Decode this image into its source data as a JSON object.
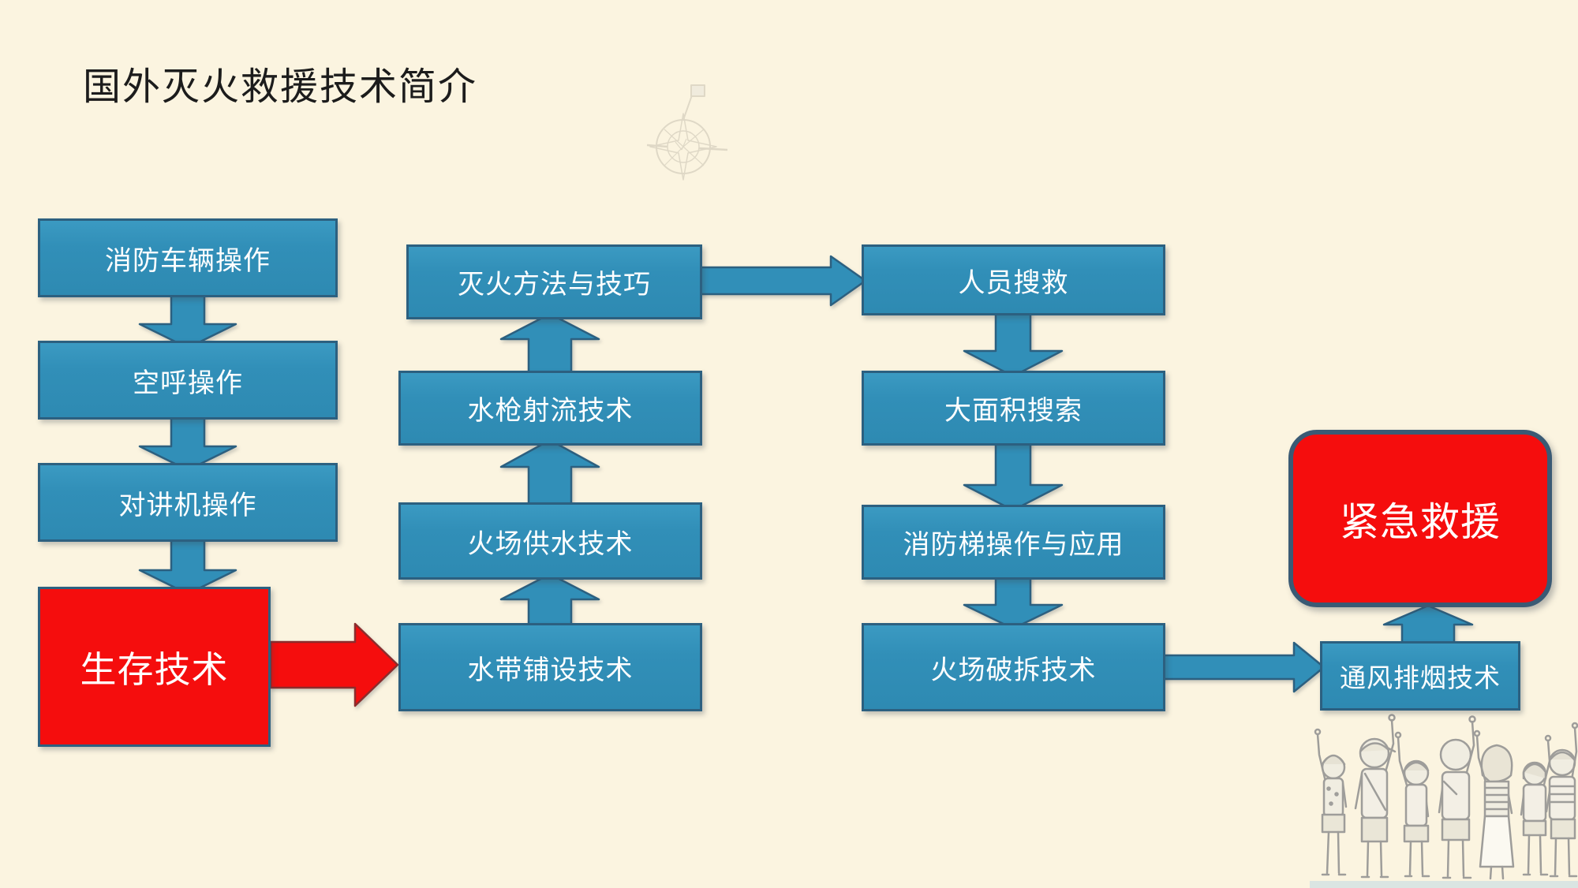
{
  "title": "国外灭火救援技术简介",
  "colors": {
    "background": "#FBF4E0",
    "box_blue": "#318FB8",
    "box_border": "#2C6080",
    "accent_red": "#F50D0D",
    "red_arrow_border": "#8B2D2D",
    "rounded_box_border": "#3A5A74",
    "box_text": "#FFFFFF",
    "title_text": "#1C1C1C",
    "sketch_gray": "#8E8E8E"
  },
  "nodes": {
    "l1": "消防车辆操作",
    "l2": "空呼操作",
    "l3": "对讲机操作",
    "survival": "生存技术",
    "m1": "灭火方法与技巧",
    "m2": "水枪射流技术",
    "m3": "火场供水技术",
    "m4": "水带铺设技术",
    "r1": "人员搜救",
    "r2": "大面积搜索",
    "r3": "消防梯操作与应用",
    "r4": "火场破拆技术",
    "vent": "通风排烟技术",
    "emergency": "紧急救援"
  },
  "connections": [
    {
      "from": "消防车辆操作",
      "to": "空呼操作"
    },
    {
      "from": "空呼操作",
      "to": "对讲机操作"
    },
    {
      "from": "对讲机操作",
      "to": "生存技术"
    },
    {
      "from": "生存技术",
      "to": "水带铺设技术"
    },
    {
      "from": "水带铺设技术",
      "to": "火场供水技术"
    },
    {
      "from": "火场供水技术",
      "to": "水枪射流技术"
    },
    {
      "from": "水枪射流技术",
      "to": "灭火方法与技巧"
    },
    {
      "from": "灭火方法与技巧",
      "to": "人员搜救"
    },
    {
      "from": "人员搜救",
      "to": "大面积搜索"
    },
    {
      "from": "大面积搜索",
      "to": "消防梯操作与应用"
    },
    {
      "from": "消防梯操作与应用",
      "to": "火场破拆技术"
    },
    {
      "from": "火场破拆技术",
      "to": "通风排烟技术"
    },
    {
      "from": "通风排烟技术",
      "to": "紧急救援"
    }
  ],
  "decorations": {
    "compass": "compass-rose-sketch",
    "children": "children-raising-hands-sketch"
  }
}
